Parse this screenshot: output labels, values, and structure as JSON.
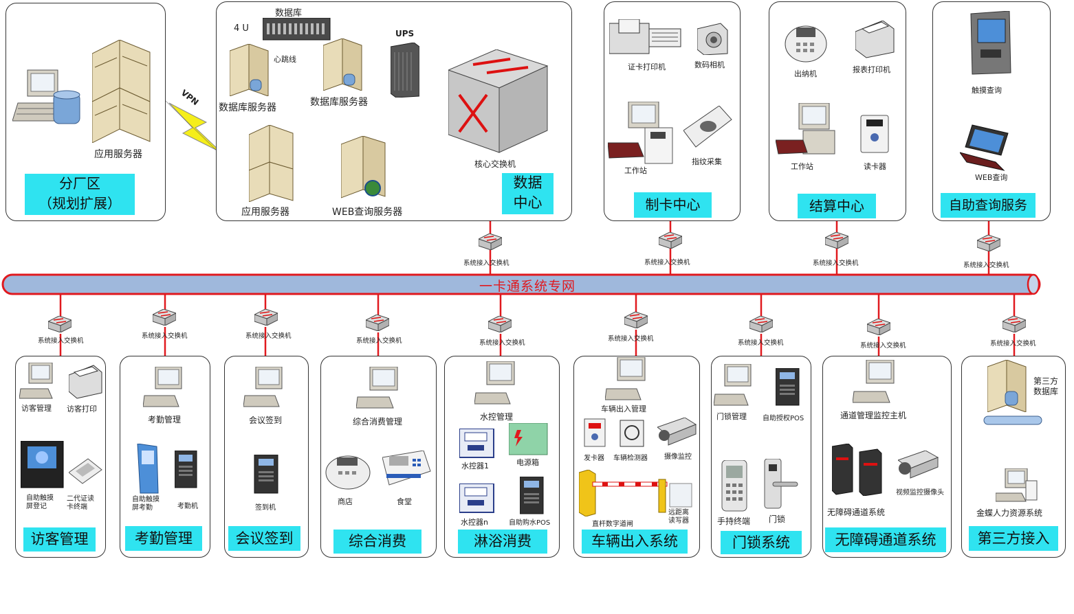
{
  "bus": {
    "label": "一卡通系统专网",
    "color": "#e0191e"
  },
  "accent": {
    "caption_bg": "#2fe3f0",
    "bus_fill": "#9fb8dc"
  },
  "top": {
    "branch": {
      "caption": "分厂区\n（规划扩展）",
      "app_server": "应用服务器",
      "vpn": "VPN"
    },
    "datacenter": {
      "caption": "数据\n中心",
      "db_label": "数据库",
      "u4": "4 U",
      "heartbeat": "心跳线",
      "ups": "UPS",
      "db_server_1": "数据库服务器",
      "db_server_2": "数据库服务器",
      "app_server": "应用服务器",
      "web_server": "WEB查询服务器",
      "core_switch": "核心交换机"
    },
    "card": {
      "caption": "制卡中心",
      "printer": "证卡打印机",
      "camera": "数码相机",
      "workstation": "工作站",
      "finger": "指纹采集"
    },
    "settle": {
      "caption": "结算中心",
      "cashier": "出纳机",
      "report_printer": "报表打印机",
      "workstation": "工作站",
      "reader": "读卡器"
    },
    "selfservice": {
      "caption": "自助查询服务",
      "touch": "触摸查询",
      "web": "WEB查询"
    }
  },
  "switch_label": "系统接入交换机",
  "bottom": {
    "visitor": {
      "caption": "访客管理",
      "mgmt": "访客管理",
      "print": "访客打印",
      "kiosk": "自助触摸\n屏登记",
      "idreader": "二代证读\n卡终端"
    },
    "attend": {
      "caption": "考勤管理",
      "mgmt": "考勤管理",
      "kiosk": "自助触摸\n屏考勤",
      "machine": "考勤机"
    },
    "meeting": {
      "caption": "会议签到",
      "mgmt": "会议签到",
      "machine": "签到机"
    },
    "consume": {
      "caption": "综合消费",
      "mgmt": "综合消费管理",
      "shop": "商店",
      "canteen": "食堂"
    },
    "bath": {
      "caption": "淋浴消费",
      "mgmt": "水控管理",
      "ctrl1": "水控器1",
      "ctrln": "水控器n",
      "power": "电源箱",
      "pos": "自助购水POS"
    },
    "vehicle": {
      "caption": "车辆出入系统",
      "mgmt": "车辆出入管理",
      "issuer": "发卡器",
      "detector": "车辆检测器",
      "camera": "摄像监控",
      "gate": "直杆数字道闸",
      "reader": "远距离\n读写器"
    },
    "lock": {
      "caption": "门锁系统",
      "mgmt": "门锁管理",
      "pos": "自助授权POS",
      "handheld": "手持终端",
      "lock": "门锁"
    },
    "barrier": {
      "caption": "无障碍通道系统",
      "host": "通道管理监控主机",
      "gates": "无障碍通道系统",
      "cam": "视频监控摄像头"
    },
    "third": {
      "caption": "第三方接入",
      "db": "第三方\n数据库",
      "hr": "金蝶人力资源系统"
    }
  }
}
